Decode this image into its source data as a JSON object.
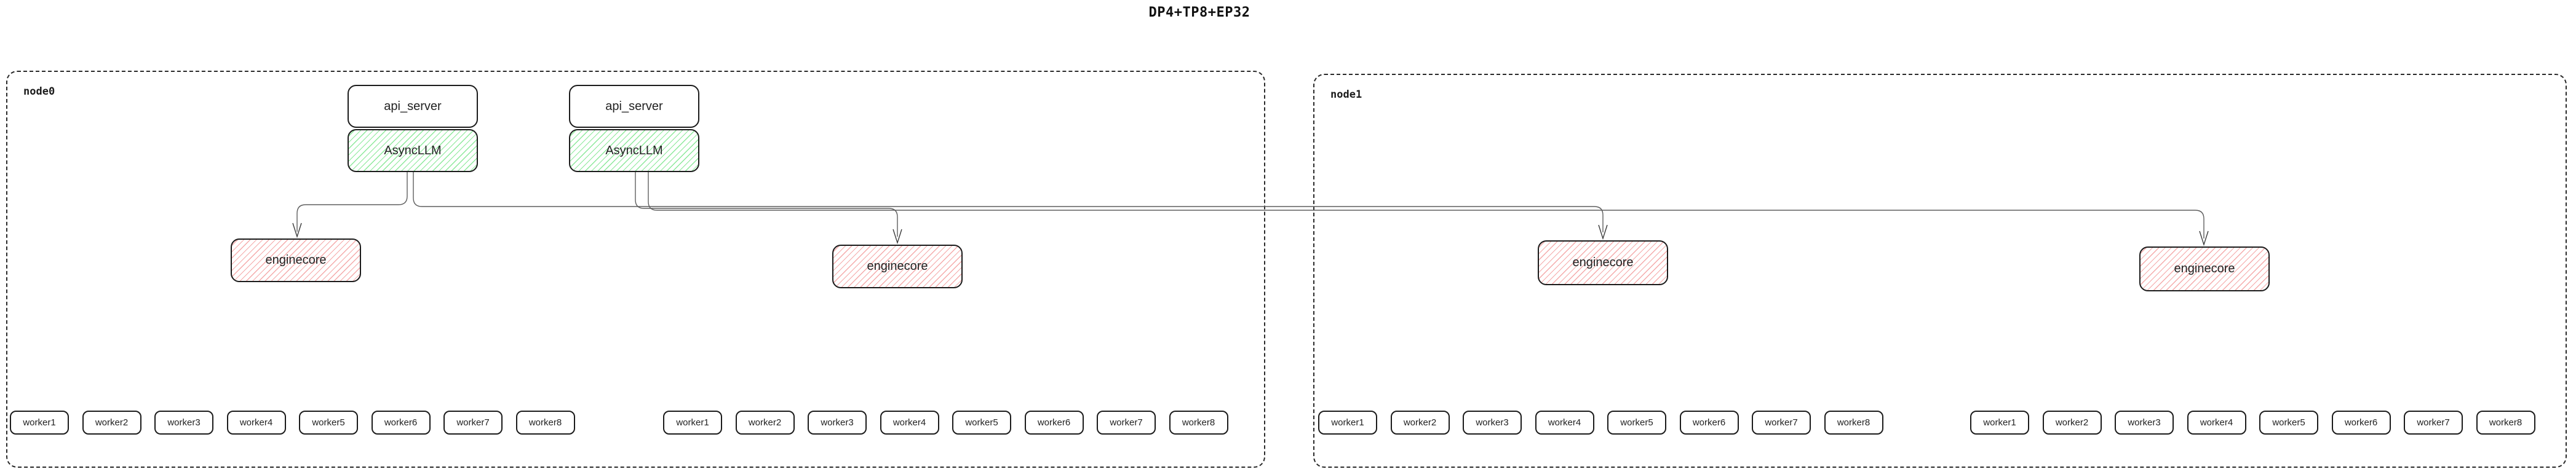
{
  "title": "DP4+TP8+EP32",
  "nodes": [
    {
      "label": "node0"
    },
    {
      "label": "node1"
    }
  ],
  "boxes": {
    "api_server": "api_server",
    "async_llm": "AsyncLLM",
    "enginecore": "enginecore"
  },
  "workers": [
    "worker1",
    "worker2",
    "worker3",
    "worker4",
    "worker5",
    "worker6",
    "worker7",
    "worker8"
  ],
  "colors": {
    "green-hatch": "#8ce99a",
    "red-hatch": "#f5aaaa",
    "line": "#5f5f5f",
    "box-border": "#1b1b1b",
    "node-border": "#2a2a2a"
  }
}
